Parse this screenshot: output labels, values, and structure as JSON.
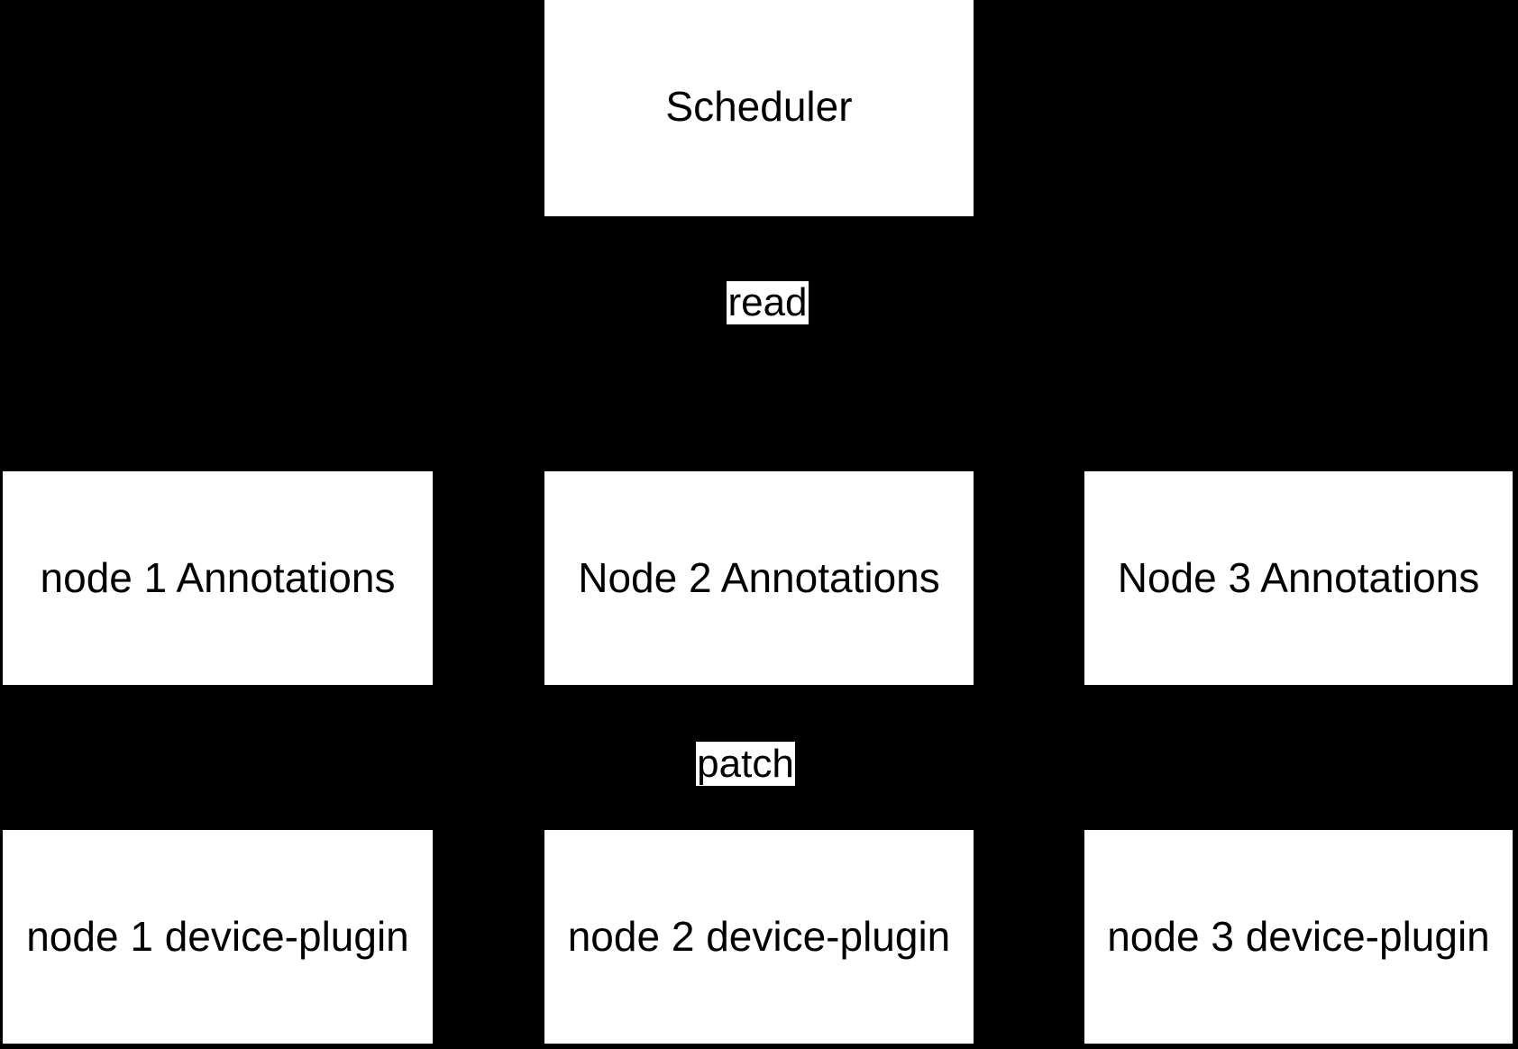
{
  "diagram": {
    "title": "Kubernetes scheduler / node annotations / device-plugin flow",
    "background_color": "#000000",
    "box_fill_color": "#ffffff",
    "text_color": "#000000",
    "nodes": [
      {
        "id": "scheduler",
        "label": "Scheduler",
        "row": "top"
      },
      {
        "id": "node1-annotations",
        "label": "node 1 Annotations",
        "row": "middle"
      },
      {
        "id": "node2-annotations",
        "label": "Node 2 Annotations",
        "row": "middle"
      },
      {
        "id": "node3-annotations",
        "label": "Node 3 Annotations",
        "row": "middle"
      },
      {
        "id": "node1-device-plugin",
        "label": "node 1 device-plugin",
        "row": "bottom"
      },
      {
        "id": "node2-device-plugin",
        "label": "node 2 device-plugin",
        "row": "bottom"
      },
      {
        "id": "node3-device-plugin",
        "label": "node 3 device-plugin",
        "row": "bottom"
      }
    ],
    "edge_labels": [
      {
        "id": "read",
        "label": "read",
        "between": "scheduler -> node annotations"
      },
      {
        "id": "patch",
        "label": "patch",
        "between": "device-plugins -> node annotations"
      }
    ]
  }
}
